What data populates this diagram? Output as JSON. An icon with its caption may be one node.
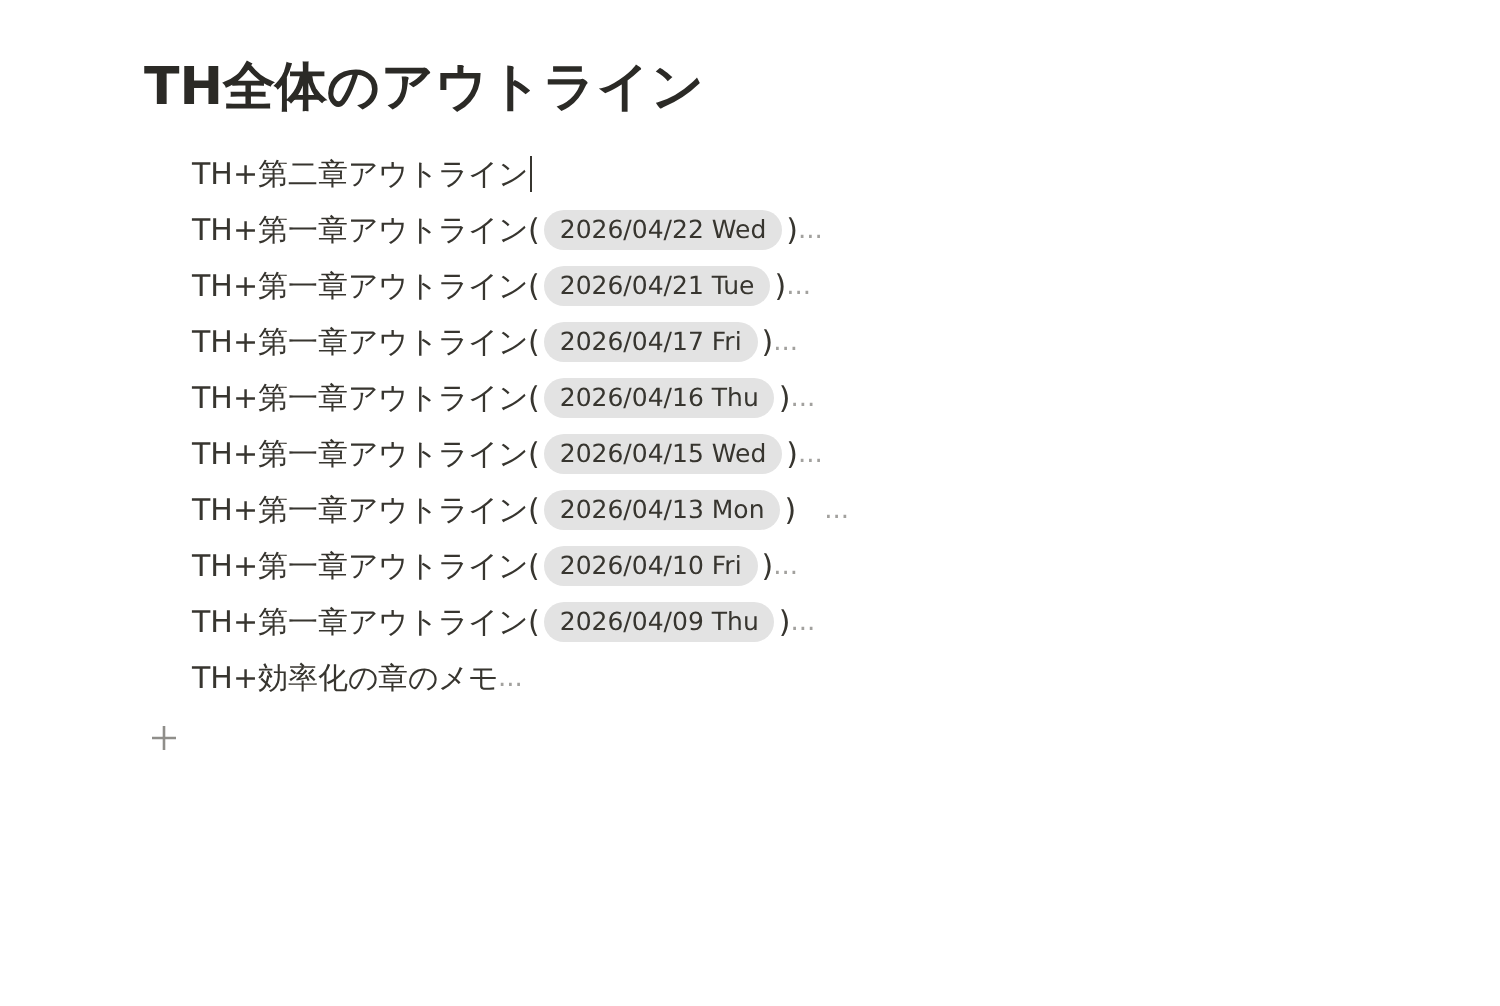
{
  "diagram": {
    "title": "TH全体のアウトライン",
    "nodes": [
      {
        "text": [
          "2026/04/22 Wed"
        ]
      },
      {
        "text": [
          "2026/04/21 Tue"
        ]
      },
      {
        "text": [
          "2026/04/17 Fri"
        ]
      },
      {
        "text": [
          "2026/04/16 Thu"
        ]
      },
      {
        "text": [
          "2026/04/15 Wed"
        ]
      },
      {
        "text": [
          "2026/04/13 Mon"
        ]
      },
      {
        "text": [
          "2026/04/10 Fri"
        ]
      },
      {
        "text": [
          "2026/04/09 Thu"
        ]
      }
    ],
    "labels": [
      "TH+第二章アウトライン",
      "TH+第一章アウトライン(",
      ")",
      "...",
      "TH+第一章アウトライン(",
      ")",
      "...",
      "TH+第一章アウトライン(",
      ")",
      "...",
      "TH+第一章アウトライン(",
      ")",
      "...",
      "TH+第一章アウトライン(",
      ")",
      "...",
      "TH+第一章アウトライン(",
      ")",
      "...",
      "TH+第一章アウトライン(",
      ")",
      "...",
      "TH+第一章アウトライン(",
      ")",
      "...",
      "TH+効率化の章のメモ",
      "..."
    ]
  }
}
